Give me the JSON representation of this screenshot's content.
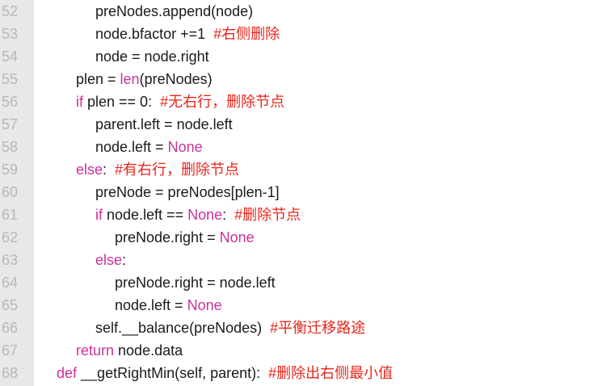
{
  "colors": {
    "text": "#1a1a1a",
    "keyword": "#c9329a",
    "comment": "#e8261b",
    "line_number": "#b8b8b8",
    "gutter": "#e8e8e8"
  },
  "lines": [
    {
      "n": "52",
      "indent": 3,
      "tokens": [
        {
          "t": "preNodes.append(node)",
          "k": "p"
        }
      ]
    },
    {
      "n": "53",
      "indent": 3,
      "tokens": [
        {
          "t": "node.bfactor +=1  ",
          "k": "p"
        },
        {
          "t": "#右侧删除",
          "k": "c"
        }
      ]
    },
    {
      "n": "54",
      "indent": 3,
      "tokens": [
        {
          "t": "node = node.right",
          "k": "p"
        }
      ]
    },
    {
      "n": "55",
      "indent": 2,
      "tokens": [
        {
          "t": "plen = ",
          "k": "p"
        },
        {
          "t": "len",
          "k": "k"
        },
        {
          "t": "(preNodes)",
          "k": "p"
        }
      ]
    },
    {
      "n": "56",
      "indent": 2,
      "tokens": [
        {
          "t": "if",
          "k": "k"
        },
        {
          "t": " plen == 0:  ",
          "k": "p"
        },
        {
          "t": "#无右行，删除节点",
          "k": "c"
        }
      ]
    },
    {
      "n": "57",
      "indent": 3,
      "tokens": [
        {
          "t": "parent.left = node.left",
          "k": "p"
        }
      ]
    },
    {
      "n": "58",
      "indent": 3,
      "tokens": [
        {
          "t": "node.left = ",
          "k": "p"
        },
        {
          "t": "None",
          "k": "k"
        }
      ]
    },
    {
      "n": "59",
      "indent": 2,
      "tokens": [
        {
          "t": "else",
          "k": "k"
        },
        {
          "t": ":  ",
          "k": "p"
        },
        {
          "t": "#有右行，删除节点",
          "k": "c"
        }
      ]
    },
    {
      "n": "60",
      "indent": 3,
      "tokens": [
        {
          "t": "preNode = preNodes[plen-1]",
          "k": "p"
        }
      ]
    },
    {
      "n": "61",
      "indent": 3,
      "tokens": [
        {
          "t": "if",
          "k": "k"
        },
        {
          "t": " node.left == ",
          "k": "p"
        },
        {
          "t": "None",
          "k": "k"
        },
        {
          "t": ":  ",
          "k": "p"
        },
        {
          "t": "#删除节点",
          "k": "c"
        }
      ]
    },
    {
      "n": "62",
      "indent": 4,
      "tokens": [
        {
          "t": "preNode.right = ",
          "k": "p"
        },
        {
          "t": "None",
          "k": "k"
        }
      ]
    },
    {
      "n": "63",
      "indent": 3,
      "tokens": [
        {
          "t": "else",
          "k": "k"
        },
        {
          "t": ":",
          "k": "p"
        }
      ]
    },
    {
      "n": "64",
      "indent": 4,
      "tokens": [
        {
          "t": "preNode.right = node.left",
          "k": "p"
        }
      ]
    },
    {
      "n": "65",
      "indent": 4,
      "tokens": [
        {
          "t": "node.left = ",
          "k": "p"
        },
        {
          "t": "None",
          "k": "k"
        }
      ]
    },
    {
      "n": "66",
      "indent": 3,
      "tokens": [
        {
          "t": "self.__balance(preNodes)  ",
          "k": "p"
        },
        {
          "t": "#平衡迁移路途",
          "k": "c"
        }
      ]
    },
    {
      "n": "67",
      "indent": 2,
      "tokens": [
        {
          "t": "return",
          "k": "k"
        },
        {
          "t": " node.data",
          "k": "p"
        }
      ]
    },
    {
      "n": "68",
      "indent": 1,
      "tokens": [
        {
          "t": "def",
          "k": "k"
        },
        {
          "t": " __getRightMin(self, parent):  ",
          "k": "p"
        },
        {
          "t": "#删除出右侧最小值",
          "k": "c"
        }
      ]
    }
  ]
}
